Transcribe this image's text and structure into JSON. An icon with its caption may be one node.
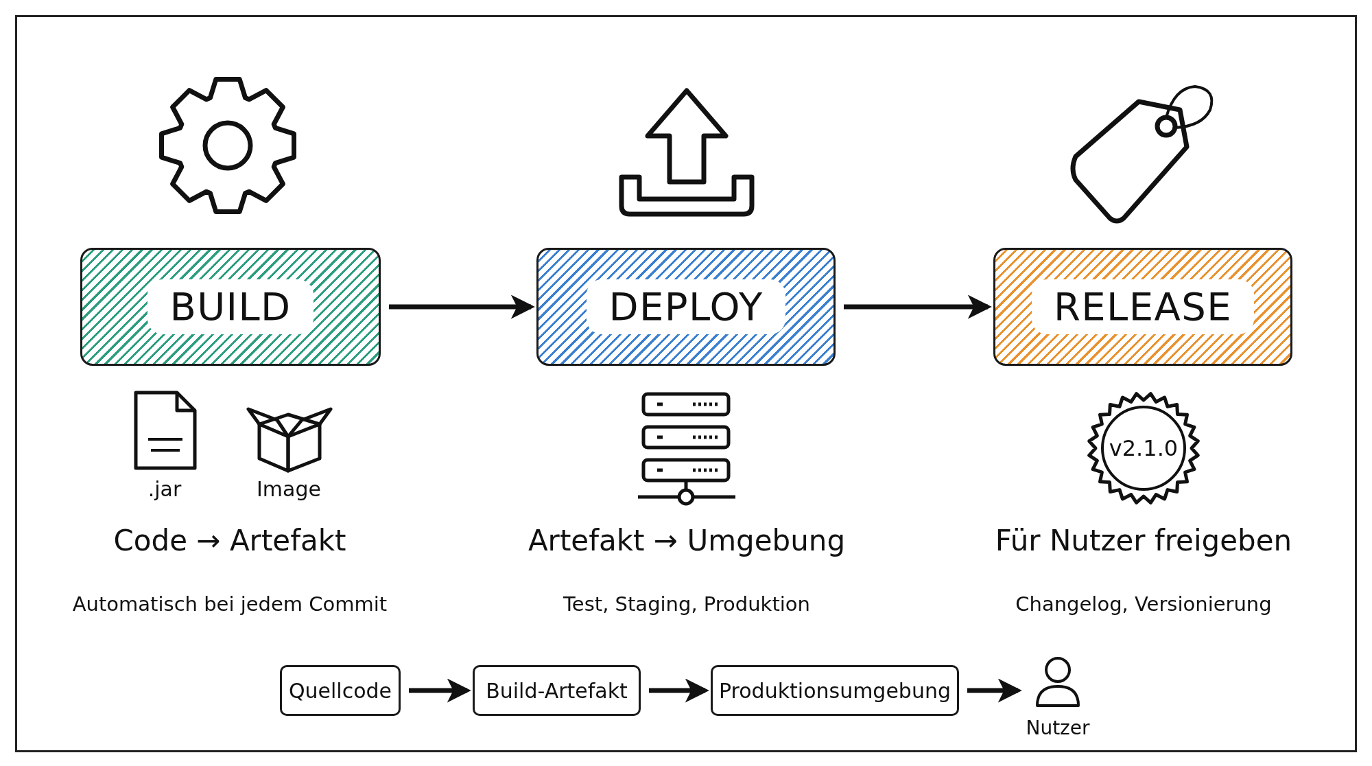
{
  "diagram": {
    "nodes": [
      {
        "text": [
          "BUILD"
        ]
      },
      {
        "text": [
          "DEPLOY"
        ]
      },
      {
        "text": [
          "RELEASE"
        ]
      },
      {
        "text": [
          "Quellcode"
        ]
      },
      {
        "text": [
          "Build-Artefakt"
        ]
      },
      {
        "text": [
          "Produktionsumgebung"
        ]
      },
      {
        "text": [
          "Nutzer"
        ]
      }
    ],
    "edges": [
      {
        "from": 0,
        "to": 1,
        "arrow": "to"
      },
      {
        "from": 1,
        "to": 2,
        "arrow": "to"
      },
      {
        "from": 3,
        "to": 4,
        "arrow": "to"
      },
      {
        "from": 4,
        "to": 5,
        "arrow": "to"
      },
      {
        "from": 5,
        "to": 6,
        "arrow": "to"
      }
    ],
    "labels": [
      "v2.1.0",
      ".jar",
      "Image",
      "Code → Artefakt",
      "Artefakt → Umgebung",
      "Für Nutzer freigeben",
      "Automatisch bei jedem Commit",
      "Test, Staging, Produktion",
      "Changelog, Versionierung"
    ]
  }
}
